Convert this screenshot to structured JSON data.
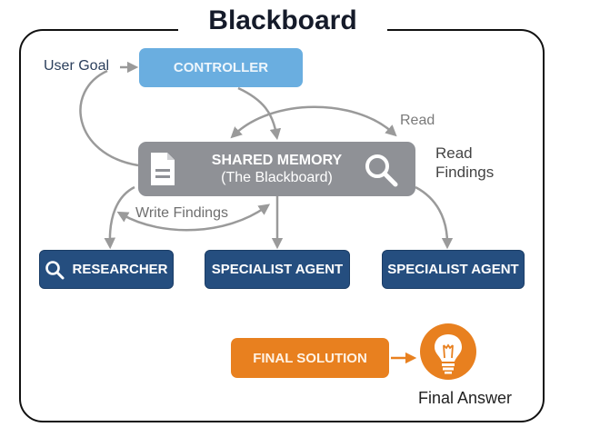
{
  "title": "Blackboard",
  "nodes": {
    "controller": "CONTROLLER",
    "shared_memory": {
      "line1": "SHARED MEMORY",
      "line2": "(The Blackboard)"
    },
    "researcher": "RESEARCHER",
    "specialist_agent_1": "SPECIALIST AGENT",
    "specialist_agent_2": "SPECIALIST AGENT",
    "final_solution": "FINAL SOLUTION"
  },
  "labels": {
    "user_goal": "User Goal",
    "read": "Read",
    "read_findings_1": "Read",
    "read_findings_2": "Findings",
    "write_findings": "Write Findings",
    "final_answer": "Final Answer"
  },
  "icons": {
    "memory_left": "document-icon",
    "memory_right": "search-icon",
    "researcher": "search-icon",
    "final": "lightbulb-icon"
  },
  "colors": {
    "controller": "#6aaee0",
    "shared_memory": "#8f9196",
    "agent": "#254e7f",
    "final": "#e8801f",
    "arrow": "#9a9a9a"
  }
}
